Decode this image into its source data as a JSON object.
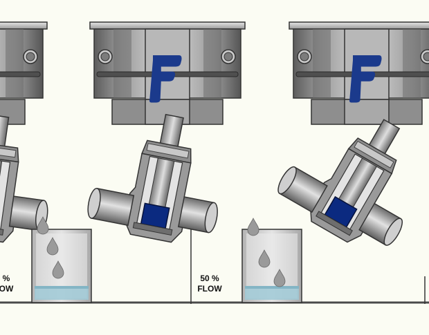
{
  "panels": [
    {
      "id": "left",
      "pct": "%",
      "flow": "OW"
    },
    {
      "id": "middle",
      "pct": "50 %",
      "flow": "FLOW"
    },
    {
      "id": "right",
      "pct": "",
      "flow": ""
    }
  ],
  "logo_icon": "stylized-f-logo",
  "colors": {
    "background": "#fbfcf3",
    "steel_dark": "#5a5a5a",
    "steel_mid": "#8c8c8c",
    "steel_light": "#cfcfcf",
    "plunger_blue": "#0b2a80",
    "logo_blue": "#1b3a8c",
    "water": "#9fc9d6",
    "line": "#4a4a4a"
  }
}
